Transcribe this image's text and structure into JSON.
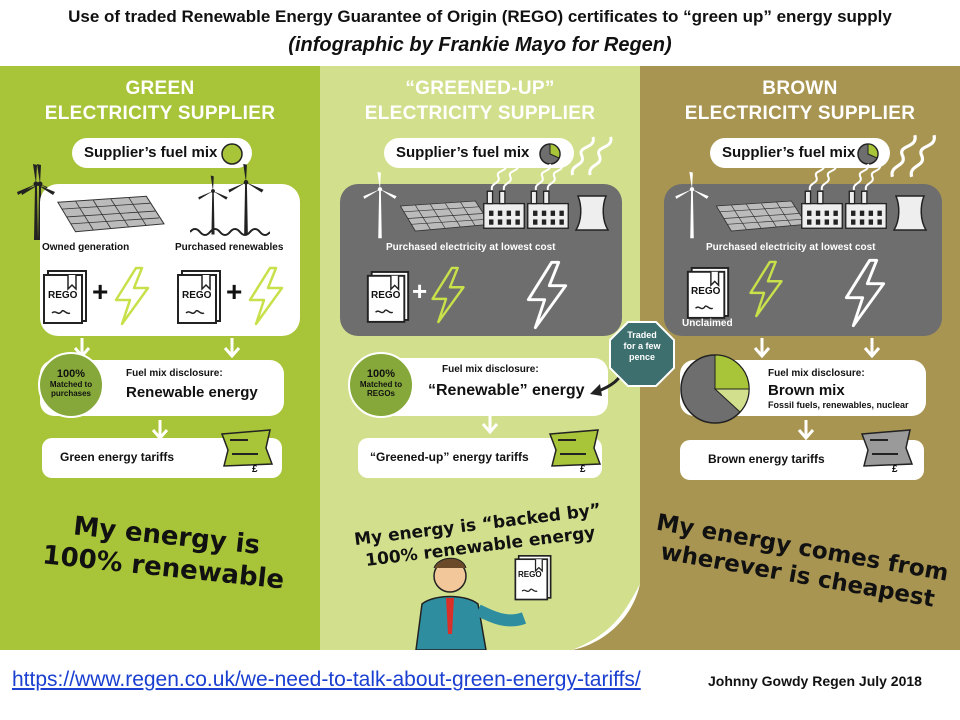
{
  "header": {
    "title": "Use of traded Renewable Energy Guarantee of Origin (REGO) certificates to “green up” energy supply",
    "subtitle": "(infographic by Frankie Mayo for Regen)"
  },
  "colors": {
    "green_panel": "#a8c438",
    "greened_panel": "#d2e08e",
    "brown_panel": "#a99552",
    "dark_box": "#6e6e6e",
    "badge_green": "#86a83a",
    "link_blue": "#1a3fd1"
  },
  "green": {
    "title_line1": "GREEN",
    "title_line2": "ELECTRICITY SUPPLIER",
    "fuel_mix_label": "Supplier’s fuel mix",
    "owned_label": "Owned generation",
    "purchased_label": "Purchased renewables",
    "rego_label_1": "REGO",
    "rego_label_2": "REGO",
    "badge_line1": "100%",
    "badge_line2": "Matched to",
    "badge_line3": "purchases",
    "disclosure_heading": "Fuel mix disclosure:",
    "disclosure_value": "Renewable energy",
    "tariff_label": "Green energy tariffs",
    "slogan_line1": "My energy is",
    "slogan_line2": "100% renewable"
  },
  "greened": {
    "title_line1": "“GREENED-UP”",
    "title_line2": "ELECTRICITY SUPPLIER",
    "fuel_mix_label": "Supplier’s fuel mix",
    "purchased_label": "Purchased electricity at lowest cost",
    "rego_label": "REGO",
    "badge_line1": "100%",
    "badge_line2": "Matched to",
    "badge_line3": "REGOs",
    "disclosure_heading": "Fuel mix disclosure:",
    "disclosure_value": "“Renewable” energy",
    "tariff_label": "“Greened-up” energy tariffs",
    "slogan_line1": "My energy is “backed by”",
    "slogan_line2": "100% renewable energy",
    "hand_rego_label": "REGO"
  },
  "brown": {
    "title_line1": "BROWN",
    "title_line2": "ELECTRICITY SUPPLIER",
    "fuel_mix_label": "Supplier’s fuel mix",
    "purchased_label": "Purchased electricity at lowest cost",
    "rego_label": "REGO",
    "unclaimed_label": "Unclaimed",
    "disclosure_heading": "Fuel mix disclosure:",
    "disclosure_value": "Brown mix",
    "disclosure_detail": "Fossil fuels, renewables, nuclear",
    "tariff_label": "Brown energy tariffs",
    "slogan_line1": "My energy comes from",
    "slogan_line2": "wherever is cheapest"
  },
  "traded": {
    "line1": "Traded",
    "line2": "for a few",
    "line3": "pence"
  },
  "tariff_currency": "£",
  "footer": {
    "link_text": "https://www.regen.co.uk/we-need-to-talk-about-green-energy-tariffs/",
    "credit": "Johnny Gowdy Regen July 2018"
  }
}
